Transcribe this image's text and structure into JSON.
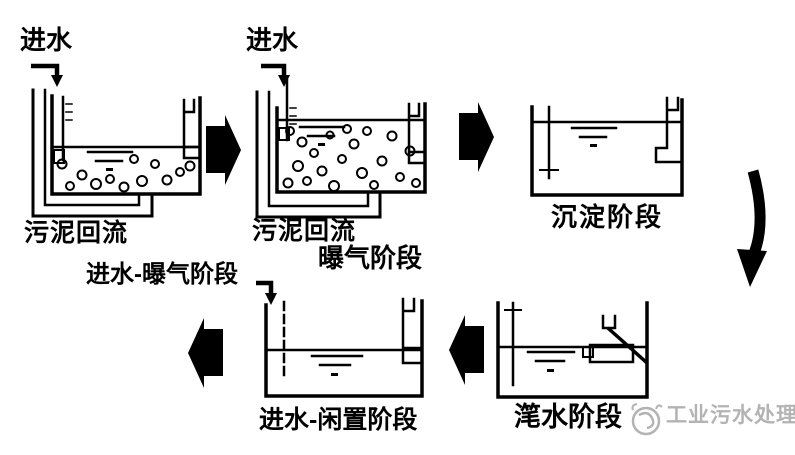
{
  "stages": {
    "fill": {
      "inlet": "进水",
      "sludge_return": "污泥回流"
    },
    "aeration": {
      "inlet": "进水",
      "sludge_return": "污泥回流",
      "stage": "曝气阶段"
    },
    "settle": {
      "stage": "沉淀阶段"
    },
    "decant": {
      "stage": "滗水阶段"
    },
    "fill_idle": {
      "stage": "进水-闲置阶段",
      "inlet_note": "进水-曝气阶段"
    }
  },
  "watermark": {
    "text": "工业污水处理",
    "logo_icon": "water-swirl-logo-icon"
  },
  "icons": {
    "flow_forward": "right-block-arrow-icon",
    "flow_backward": "left-block-arrow-icon",
    "flow_down": "down-curved-arrow-icon",
    "inlet": "corner-down-arrow-icon",
    "water_surface": "water-level-symbol-icon"
  },
  "colors": {
    "ink": "#000000",
    "background": "#ffffff",
    "watermark": "#b3b3b3"
  }
}
